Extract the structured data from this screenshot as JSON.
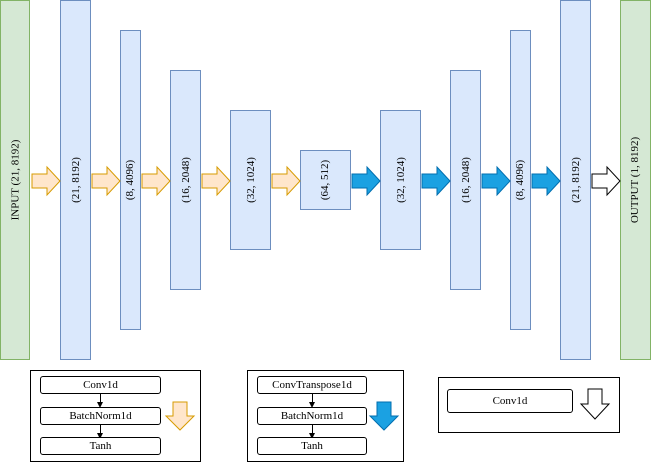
{
  "input": {
    "label": "INPUT (21, 8192)"
  },
  "output": {
    "label": "OUTPUT (1, 8192)"
  },
  "encoder": [
    {
      "shape": "(21, 8192)"
    },
    {
      "shape": "(8, 4096)"
    },
    {
      "shape": "(16, 2048)"
    },
    {
      "shape": "(32, 1024)"
    }
  ],
  "bottleneck": {
    "shape": "(64, 512)"
  },
  "decoder": [
    {
      "shape": "(32, 1024)"
    },
    {
      "shape": "(16, 2048)"
    },
    {
      "shape": "(8, 4096)"
    },
    {
      "shape": "(21, 8192)"
    }
  ],
  "legend": {
    "encoder_block": {
      "steps": [
        "Conv1d",
        "BatchNorm1d",
        "Tanh"
      ]
    },
    "decoder_block": {
      "steps": [
        "ConvTranspose1d",
        "BatchNorm1d",
        "Tanh"
      ]
    },
    "output_block": {
      "steps": [
        "Conv1d"
      ]
    }
  },
  "colors": {
    "layer_fill": "#dae8fc",
    "layer_stroke": "#6c8ebf",
    "io_fill": "#d5e8d4",
    "io_stroke": "#82b366",
    "encoder_arrow_fill": "#ffe6cc",
    "encoder_arrow_stroke": "#d79b00",
    "decoder_arrow_fill": "#1ba1e2",
    "decoder_arrow_stroke": "#006eaf",
    "output_arrow_fill": "#ffffff",
    "output_arrow_stroke": "#000000"
  },
  "icons": [
    "encoder-arrow-icon",
    "decoder-arrow-icon",
    "output-arrow-icon"
  ]
}
